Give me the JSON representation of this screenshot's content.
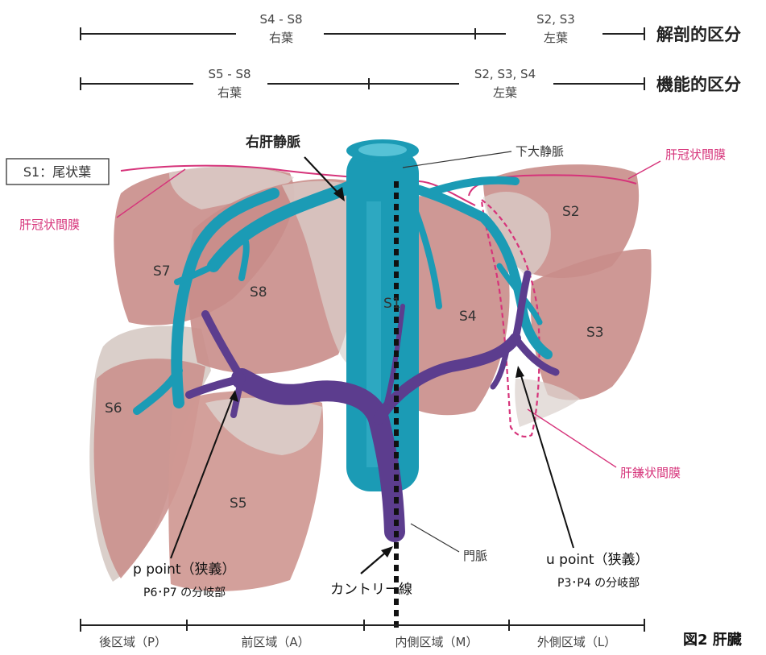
{
  "top_scale": {
    "anatomical": {
      "right_range": "S4 - S8",
      "right_name": "右葉",
      "left_range": "S2, S3",
      "left_name": "左葉",
      "label": "解剖的区分"
    },
    "functional": {
      "right_range": "S5 - S8",
      "right_name": "右葉",
      "left_range": "S2, S3, S4",
      "left_name": "左葉",
      "label": "機能的区分"
    }
  },
  "box_label": "S1：尾状葉",
  "labels": {
    "right_hepatic_vein": "右肝静脈",
    "ivc": "下大静脈",
    "coronary_ligament_right": "肝冠状間膜",
    "coronary_ligament_left": "肝冠状間膜",
    "falciform_ligament": "肝鎌状間膜",
    "portal_vein": "門脈",
    "cantlie_line": "カントリー線",
    "p_point": "p point（狭義）",
    "p_point_sub": "P6･P7 の分岐部",
    "u_point": "u point（狭義）",
    "u_point_sub": "P3･P4 の分岐部"
  },
  "segments": {
    "S1": "S1",
    "S2": "S2",
    "S3": "S3",
    "S4": "S4",
    "S5": "S5",
    "S6": "S6",
    "S7": "S7",
    "S8": "S8"
  },
  "bottom_scale": [
    "後区域（P）",
    "前区域（A）",
    "内側区域（M）",
    "外側区域（L）"
  ],
  "figure_caption": "図2  肝臓",
  "colors": {
    "liver": "#c98d8a",
    "liver_light": "#dcd3cf",
    "vein": "#1b9bb5",
    "portal": "#5c3d8e",
    "ligament": "#d6337a",
    "line": "#222222"
  }
}
